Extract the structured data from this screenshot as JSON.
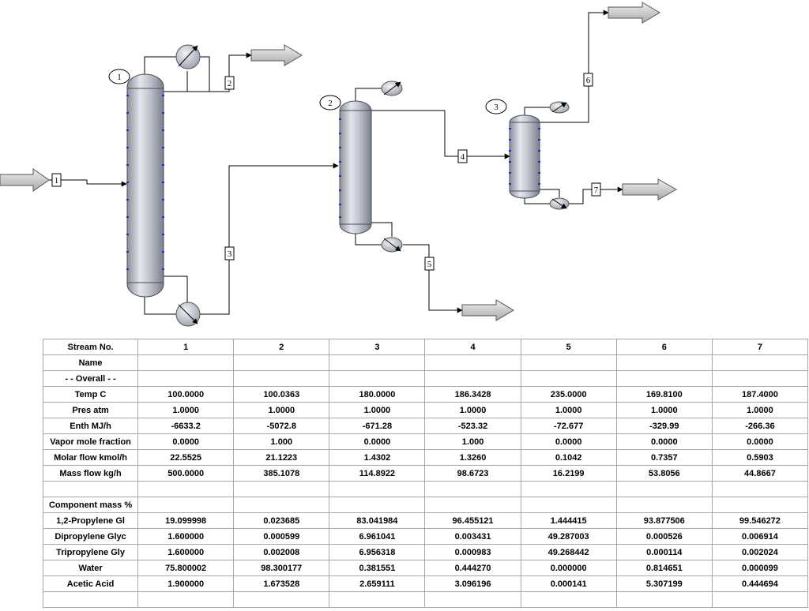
{
  "flowsheet": {
    "column_labels": [
      "1",
      "2",
      "3"
    ],
    "stream_labels": [
      "1",
      "2",
      "3",
      "4",
      "5",
      "6",
      "7"
    ]
  },
  "table": {
    "header": [
      "Stream No.",
      "1",
      "2",
      "3",
      "4",
      "5",
      "6",
      "7"
    ],
    "rows": [
      {
        "label": "Name",
        "values": [
          "",
          "",
          "",
          "",
          "",
          "",
          ""
        ]
      },
      {
        "label": "- - Overall - -",
        "values": [
          "",
          "",
          "",
          "",
          "",
          "",
          ""
        ]
      },
      {
        "label": "Temp C",
        "values": [
          "100.0000",
          "100.0363",
          "180.0000",
          "186.3428",
          "235.0000",
          "169.8100",
          "187.4000"
        ]
      },
      {
        "label": "Pres atm",
        "values": [
          "1.0000",
          "1.0000",
          "1.0000",
          "1.0000",
          "1.0000",
          "1.0000",
          "1.0000"
        ]
      },
      {
        "label": "Enth MJ/h",
        "values": [
          "-6633.2",
          "-5072.8",
          "-671.28",
          "-523.32",
          "-72.677",
          "-329.99",
          "-266.36"
        ]
      },
      {
        "label": "Vapor mole fraction",
        "values": [
          "0.0000",
          "1.000",
          "0.0000",
          "1.000",
          "0.0000",
          "0.0000",
          "0.0000"
        ]
      },
      {
        "label": "Molar flow kmol/h",
        "values": [
          "22.5525",
          "21.1223",
          "1.4302",
          "1.3260",
          "0.1042",
          "0.7357",
          "0.5903"
        ]
      },
      {
        "label": "Mass flow  kg/h",
        "values": [
          "500.0000",
          "385.1078",
          "114.8922",
          "98.6723",
          "16.2199",
          "53.8056",
          "44.8667"
        ]
      },
      {
        "label": "",
        "values": [
          "",
          "",
          "",
          "",
          "",
          "",
          ""
        ]
      },
      {
        "label": "Component mass %",
        "values": [
          "",
          "",
          "",
          "",
          "",
          "",
          ""
        ]
      },
      {
        "label": "1,2-Propylene Gl",
        "values": [
          "19.099998",
          "0.023685",
          "83.041984",
          "96.455121",
          "1.444415",
          "93.877506",
          "99.546272"
        ]
      },
      {
        "label": "Dipropylene Glyc",
        "values": [
          "1.600000",
          "0.000599",
          "6.961041",
          "0.003431",
          "49.287003",
          "0.000526",
          "0.006914"
        ]
      },
      {
        "label": "Tripropylene Gly",
        "values": [
          "1.600000",
          "0.002008",
          "6.956318",
          "0.000983",
          "49.268442",
          "0.000114",
          "0.002024"
        ]
      },
      {
        "label": "Water",
        "values": [
          "75.800002",
          "98.300177",
          "0.381551",
          "0.444270",
          "0.000000",
          "0.814651",
          "0.000099"
        ]
      },
      {
        "label": "Acetic Acid",
        "values": [
          "1.900000",
          "1.673528",
          "2.659111",
          "3.096196",
          "0.000141",
          "5.307199",
          "0.444694"
        ]
      },
      {
        "label": "",
        "values": [
          "",
          "",
          "",
          "",
          "",
          "",
          ""
        ]
      }
    ]
  }
}
